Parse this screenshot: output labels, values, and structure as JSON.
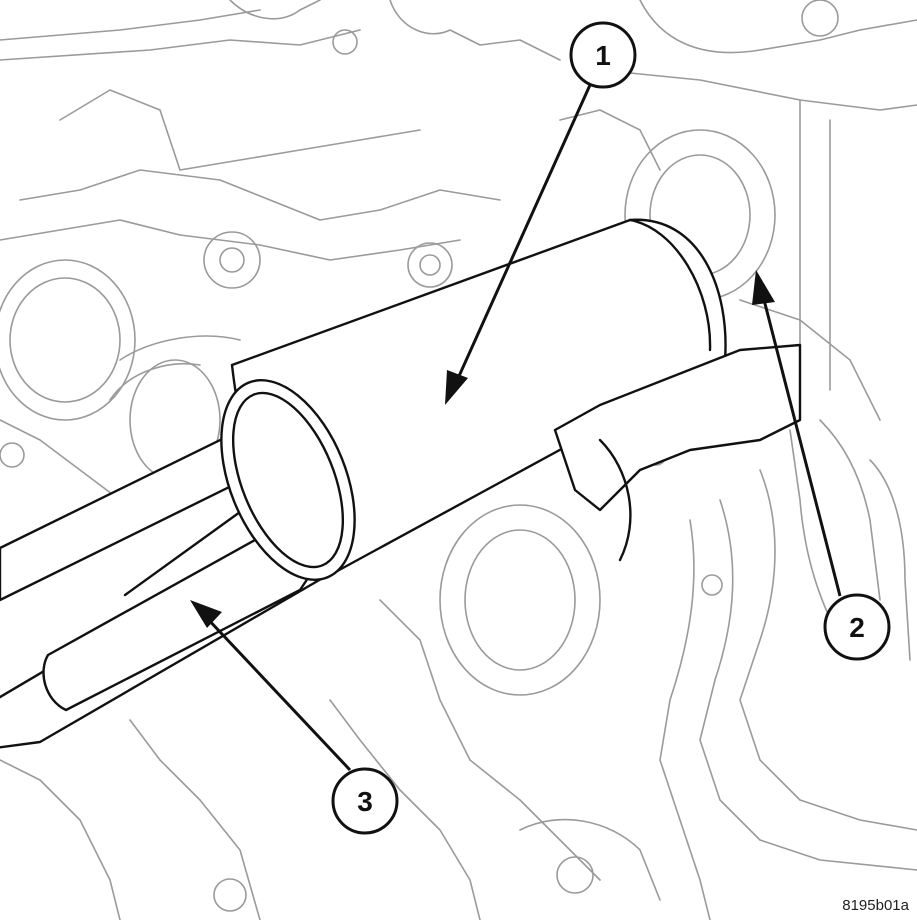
{
  "callouts": [
    {
      "id": "1"
    },
    {
      "id": "2"
    },
    {
      "id": "3"
    }
  ],
  "figure_id": "8195b01a"
}
